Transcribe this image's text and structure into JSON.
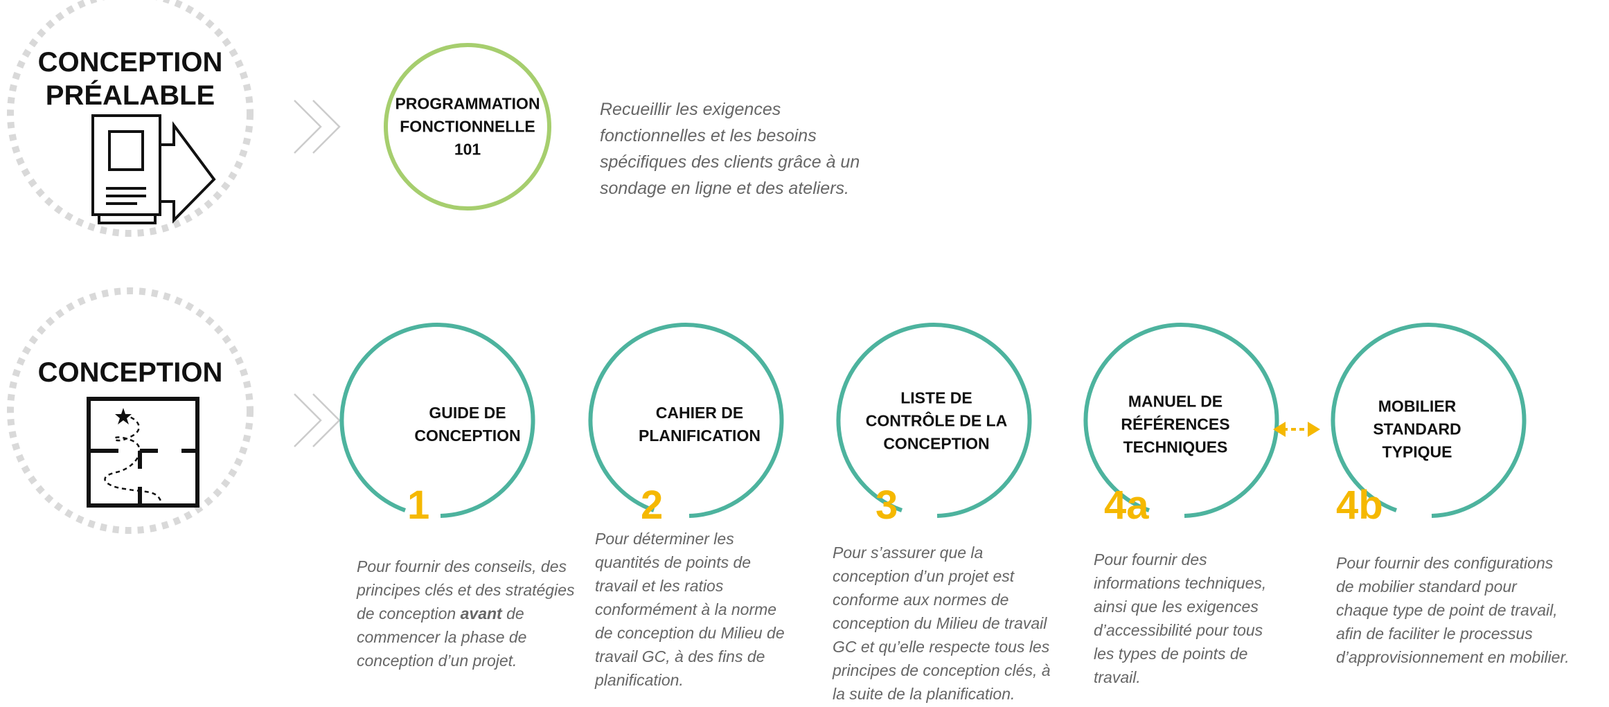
{
  "stages": [
    {
      "id": "pre",
      "title_lines": [
        "CONCEPTION",
        "PRÉALABLE"
      ],
      "icon": "document-export-icon"
    },
    {
      "id": "conception",
      "title_lines": [
        "CONCEPTION"
      ],
      "icon": "floor-plan-path-icon"
    }
  ],
  "top": {
    "title_lines": [
      "PROGRAMMATION",
      "FONCTIONNELLE",
      "101"
    ],
    "desc_lines": [
      "Recueillir les exigences",
      "fonctionnelles et les besoins",
      "spécifiques des clients grâce à un",
      "sondage en ligne et des ateliers."
    ]
  },
  "steps": [
    {
      "num": "1",
      "title_lines": [
        "GUIDE DE",
        "CONCEPTION"
      ],
      "desc_lines": [
        "Pour fournir des conseils, des",
        "principes clés et des stratégies",
        "de conception |avant| de",
        "commencer la phase de",
        "conception d’un projet."
      ]
    },
    {
      "num": "2",
      "title_lines": [
        "CAHIER DE",
        "PLANIFICATION"
      ],
      "desc_lines": [
        "Pour déterminer les",
        "quantités de points de",
        "travail et les ratios",
        "conformément à la norme",
        "de conception du Milieu de",
        "travail GC, à des fins de",
        "planification."
      ]
    },
    {
      "num": "3",
      "title_lines": [
        "LISTE DE",
        "CONTRÔLE DE LA",
        "CONCEPTION"
      ],
      "desc_lines": [
        "Pour s’assurer que la",
        "conception d’un projet est",
        "conforme aux normes de",
        "conception du Milieu de travail",
        "GC et qu’elle respecte tous les",
        "principes de conception clés, à",
        "la suite de la planification."
      ]
    },
    {
      "num": "4a",
      "title_lines": [
        "MANUEL DE",
        "RÉFÉRENCES",
        "TECHNIQUES"
      ],
      "desc_lines": [
        "Pour fournir des",
        "informations techniques,",
        "ainsi que les exigences",
        "d’accessibilité pour tous",
        "les types de points de",
        "travail."
      ]
    },
    {
      "num": "4b",
      "title_lines": [
        "MOBILIER",
        "STANDARD",
        "TYPIQUE"
      ],
      "desc_lines": [
        "Pour fournir des configurations",
        "de mobilier standard pour",
        "chaque type de point de travail,",
        "afin de faciliter le processus",
        "d’approvisionnement en mobilier."
      ]
    }
  ],
  "colors": {
    "teal": "#4DB39E",
    "green": "#A6CE6E",
    "gold": "#F5B800",
    "dots": "#D9D9D9",
    "chevron": "#CCCCCC",
    "desc_text": "#666666",
    "title_text": "#111111"
  }
}
